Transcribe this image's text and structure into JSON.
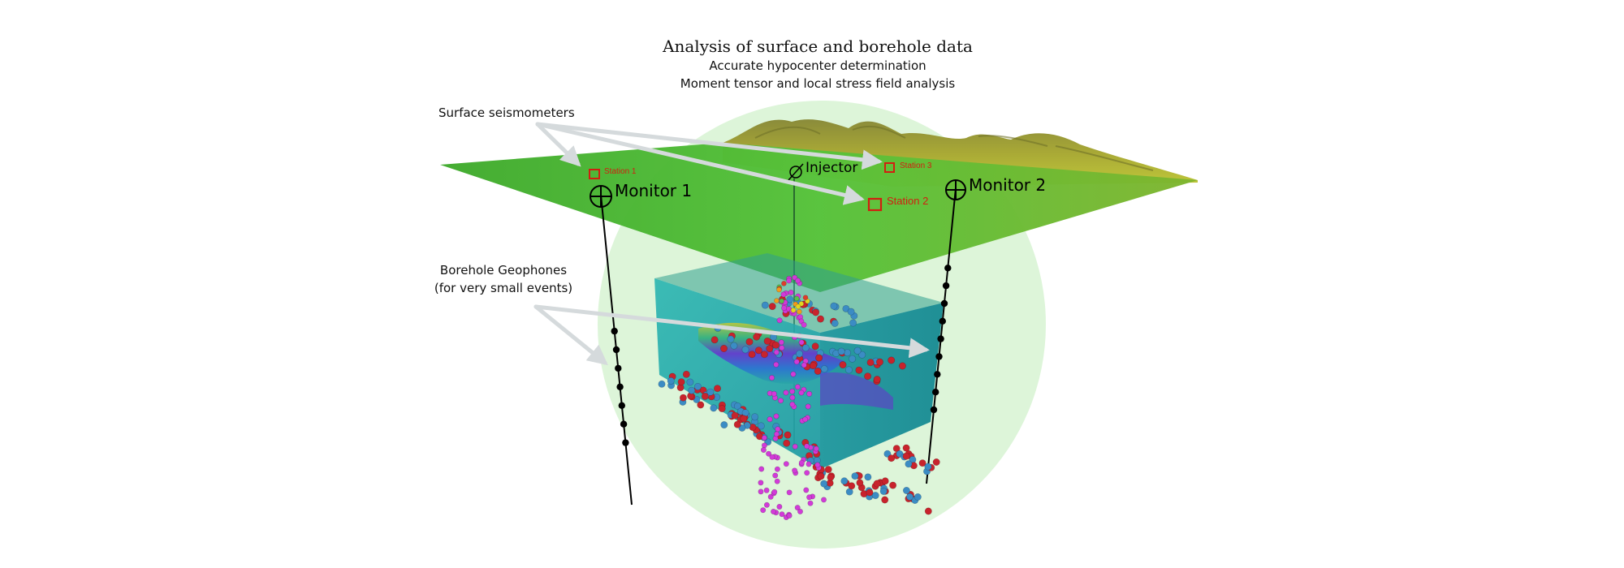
{
  "header": {
    "title": "Analysis of surface and borehole data",
    "subtitle_1": "Accurate hypocenter determination",
    "subtitle_2": "Moment tensor and local stress field analysis"
  },
  "callouts": {
    "surface_seismometers": "Surface seismometers",
    "borehole_geophones_1": "Borehole Geophones",
    "borehole_geophones_2": "(for very small events)"
  },
  "wells": {
    "monitor_1": "Monitor 1",
    "monitor_2": "Monitor 2",
    "injector": "Injector"
  },
  "stations": {
    "station_1": "Station 1",
    "station_2": "Station 2",
    "station_3": "Station 3"
  },
  "colors": {
    "background": "#ffffff",
    "sphere": "#ddf5d9",
    "surface_green": "#4cbc34",
    "terrain": "#8fa329",
    "volume_teal": "#2aa6a6",
    "station_red": "#d21e10",
    "event_red": "#c8232c",
    "event_blue": "#3b8cc4",
    "event_magenta": "#d23ad8",
    "arrow": "#d5dadc"
  },
  "icons": {
    "monitor_well": "crosshair-circle-icon",
    "injector_well": "slashed-circle-icon",
    "station": "square-outline-icon"
  }
}
